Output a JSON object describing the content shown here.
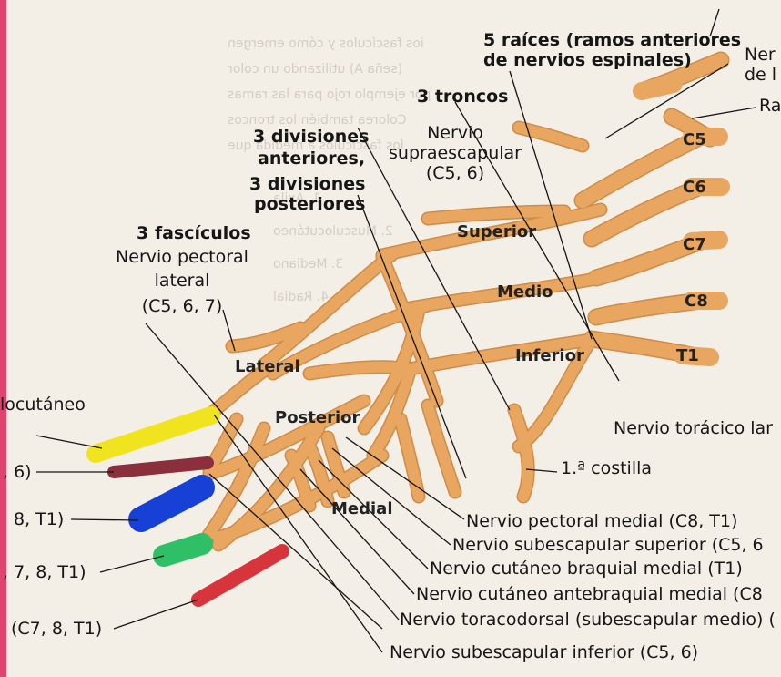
{
  "colors": {
    "plexus": "#e8a660",
    "plexus_dark": "#cf8b48",
    "nerve_yellow": "#f0e41e",
    "nerve_maroon": "#8c2f3c",
    "nerve_blue": "#1740d6",
    "nerve_green": "#2fbf66",
    "nerve_red": "#d8343c",
    "pink_margin": "#e0446e",
    "page": "#f3efe6",
    "leader_line": "#151515"
  },
  "labels": {
    "raices_1": "5 raíces (ramos anteriores",
    "raices_2": "de nervios espinales)",
    "ner_cut_1": "Ner",
    "ner_cut_2": "de l",
    "ra_cut": "Ra",
    "troncos": "3 troncos",
    "supraesc_1": "Nervio",
    "supraesc_2": "supraescapular",
    "supraesc_3": "(C5, 6)",
    "div_ant_1": "3 divisiones",
    "div_ant_2": "anteriores,",
    "div_post_1": "3 divisiones",
    "div_post_2": "posteriores",
    "fasciculos": "3 fascículos",
    "pectoral_lat_1": "Nervio pectoral",
    "pectoral_lat_2": "lateral",
    "pectoral_lat_3": "(C5, 6, 7)",
    "musculocut": "locutáneo",
    "axilar_c": ", 6)",
    "radial_c": "8, T1)",
    "cut_ant_c": ", 7, 8, T1)",
    "cubital_c": "(C7, 8, T1)",
    "toracico_largo": "Nervio torácico lar",
    "costilla": "1.ª costilla",
    "pectoral_medial": "Nervio pectoral medial (C8, T1)",
    "subesc_sup": "Nervio subescapular superior (C5, 6",
    "cut_braq_med": "Nervio cutáneo braquial medial (T1)",
    "cut_antebraq_med": "Nervio cutáneo antebraquial medial (C8",
    "toracodorsal": "Nervio toracodorsal (subescapular medio) (",
    "subesc_inf": "Nervio subescapular inferior (C5, 6)"
  },
  "inline_labels": {
    "superior": "Superior",
    "medio": "Medio",
    "inferior": "Inferior",
    "lateral": "Lateral",
    "posterior": "Posterior",
    "medial": "Medial",
    "c5": "C5",
    "c6": "C6",
    "c7": "C7",
    "c8": "C8",
    "t1": "T1"
  },
  "bleed_text": [
    "ios fascículos y cómo emergen",
    "(seña A) utilizando un color",
    "por ejemplo rojo para las ramas",
    "Colorea también los troncos",
    "los fascículos a medida que",
    "1. Axila",
    "2. Musculocutáneo",
    "3. Mediano",
    "4. Radial"
  ]
}
